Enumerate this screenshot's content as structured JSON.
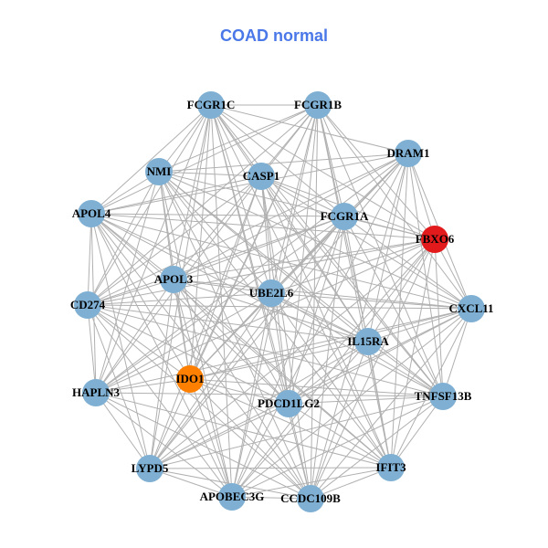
{
  "title": "COAD normal",
  "colors": {
    "title": "#4a78e8",
    "node_default": "#7fb0d3",
    "node_highlight_red": "#e31a1c",
    "node_highlight_orange": "#ff7f00",
    "edge": "#b0b0b0"
  },
  "nodes": [
    {
      "id": "FCGR1C",
      "label": "FCGR1C",
      "color": "node_default"
    },
    {
      "id": "FCGR1B",
      "label": "FCGR1B",
      "color": "node_default"
    },
    {
      "id": "DRAM1",
      "label": "DRAM1",
      "color": "node_default"
    },
    {
      "id": "NMI",
      "label": "NMI",
      "color": "node_default"
    },
    {
      "id": "CASP1",
      "label": "CASP1",
      "color": "node_default"
    },
    {
      "id": "APOL4",
      "label": "APOL4",
      "color": "node_default"
    },
    {
      "id": "FCGR1A",
      "label": "FCGR1A",
      "color": "node_default"
    },
    {
      "id": "FBXO6",
      "label": "FBXO6",
      "color": "node_highlight_red"
    },
    {
      "id": "APOL3",
      "label": "APOL3",
      "color": "node_default"
    },
    {
      "id": "CD274",
      "label": "CD274",
      "color": "node_default"
    },
    {
      "id": "UBE2L6",
      "label": "UBE2L6",
      "color": "node_default"
    },
    {
      "id": "CXCL11",
      "label": "CXCL11",
      "color": "node_default"
    },
    {
      "id": "IL15RA",
      "label": "IL15RA",
      "color": "node_default"
    },
    {
      "id": "HAPLN3",
      "label": "HAPLN3",
      "color": "node_default"
    },
    {
      "id": "IDO1",
      "label": "IDO1",
      "color": "node_highlight_orange"
    },
    {
      "id": "PDCD1LG2",
      "label": "PDCD1LG2",
      "color": "node_default"
    },
    {
      "id": "TNFSF13B",
      "label": "TNFSF13B",
      "color": "node_default"
    },
    {
      "id": "LYPD5",
      "label": "LYPD5",
      "color": "node_default"
    },
    {
      "id": "IFIT3",
      "label": "IFIT3",
      "color": "node_default"
    },
    {
      "id": "APOBEC3G",
      "label": "APOBEC3G",
      "color": "node_default"
    },
    {
      "id": "CCDC109B",
      "label": "CCDC109B",
      "color": "node_default"
    }
  ]
}
